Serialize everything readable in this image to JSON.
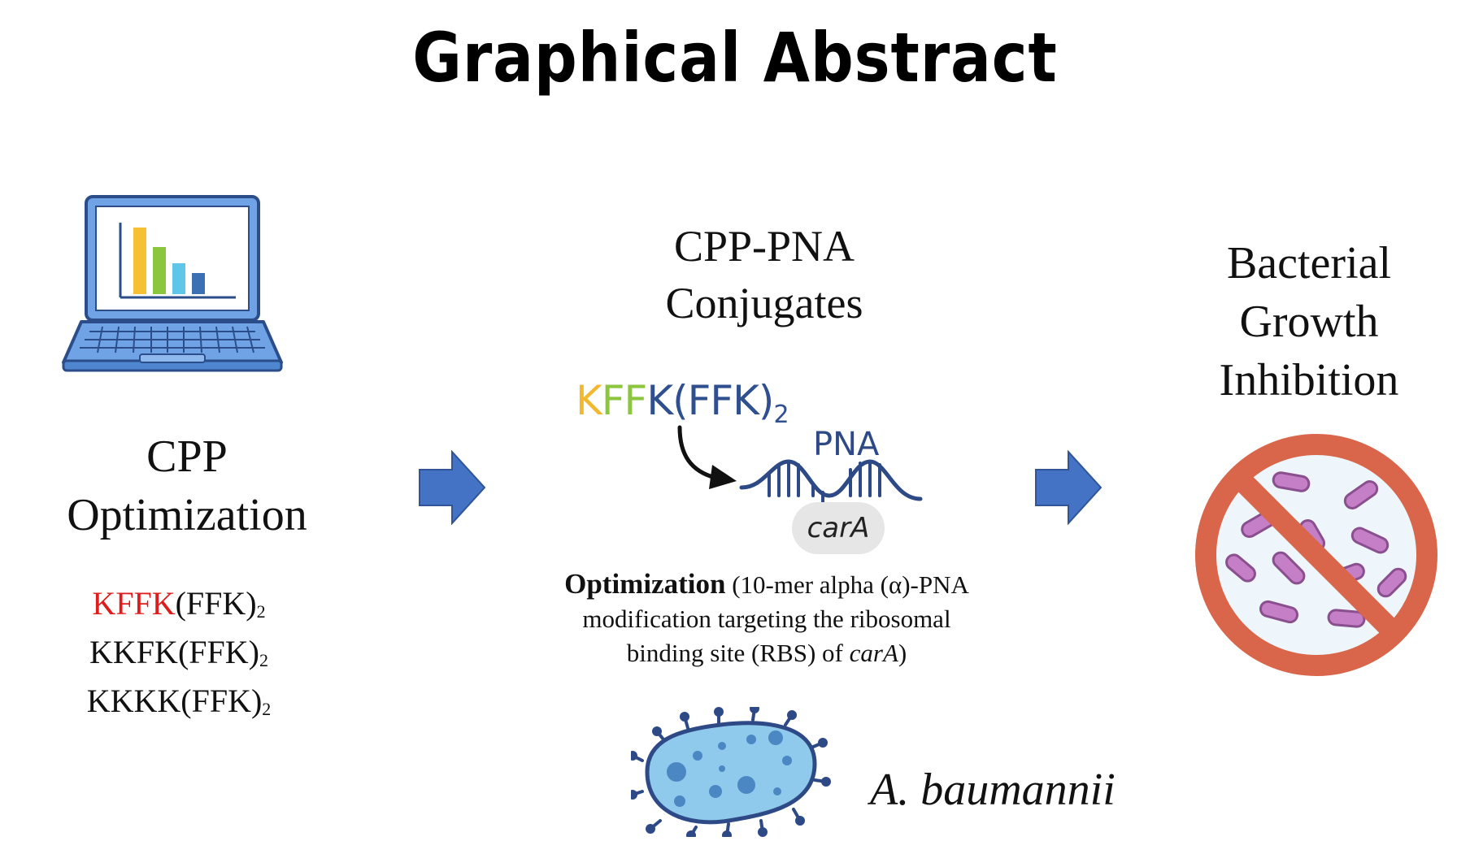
{
  "title": "Graphical Abstract",
  "left_panel": {
    "icon": "laptop-bar-chart-icon",
    "heading_line1": "CPP",
    "heading_line2": "Optimization",
    "sequences": [
      {
        "highlight": "KFFK",
        "rest": "(FFK)",
        "subscript": "2"
      },
      {
        "highlight": "",
        "rest": "KKFK(FFK)",
        "subscript": "2"
      },
      {
        "highlight": "",
        "rest": "KKKK(FFK)",
        "subscript": "2"
      }
    ],
    "highlight_color": "#e01b1b"
  },
  "center_panel": {
    "heading_line1": "CPP-PNA",
    "heading_line2": "Conjugates",
    "peptide": {
      "part1": "K",
      "part2": "FF",
      "part3": "K(FFK)",
      "subscript": "2"
    },
    "pna_label": "PNA",
    "target_label": "carA",
    "description": {
      "bold": "Optimization",
      "line1_rest": " (10-mer alpha (α)-PNA",
      "line2": "modification targeting the ribosomal",
      "line3_pre": "binding site (RBS) of ",
      "line3_italic": "carA",
      "line3_post": ")"
    },
    "organism": "A. baumannii",
    "organism_icon": "bacterium-icon"
  },
  "right_panel": {
    "heading_line1": "Bacterial",
    "heading_line2": "Growth",
    "heading_line3": "Inhibition",
    "icon": "no-bacteria-icon"
  },
  "colors": {
    "arrow": "#4472c4",
    "prohibit": "#d9664a",
    "bacteria": "#c57fc6",
    "pna": "#2e4a86",
    "cell_fill": "#8fc9ec"
  }
}
